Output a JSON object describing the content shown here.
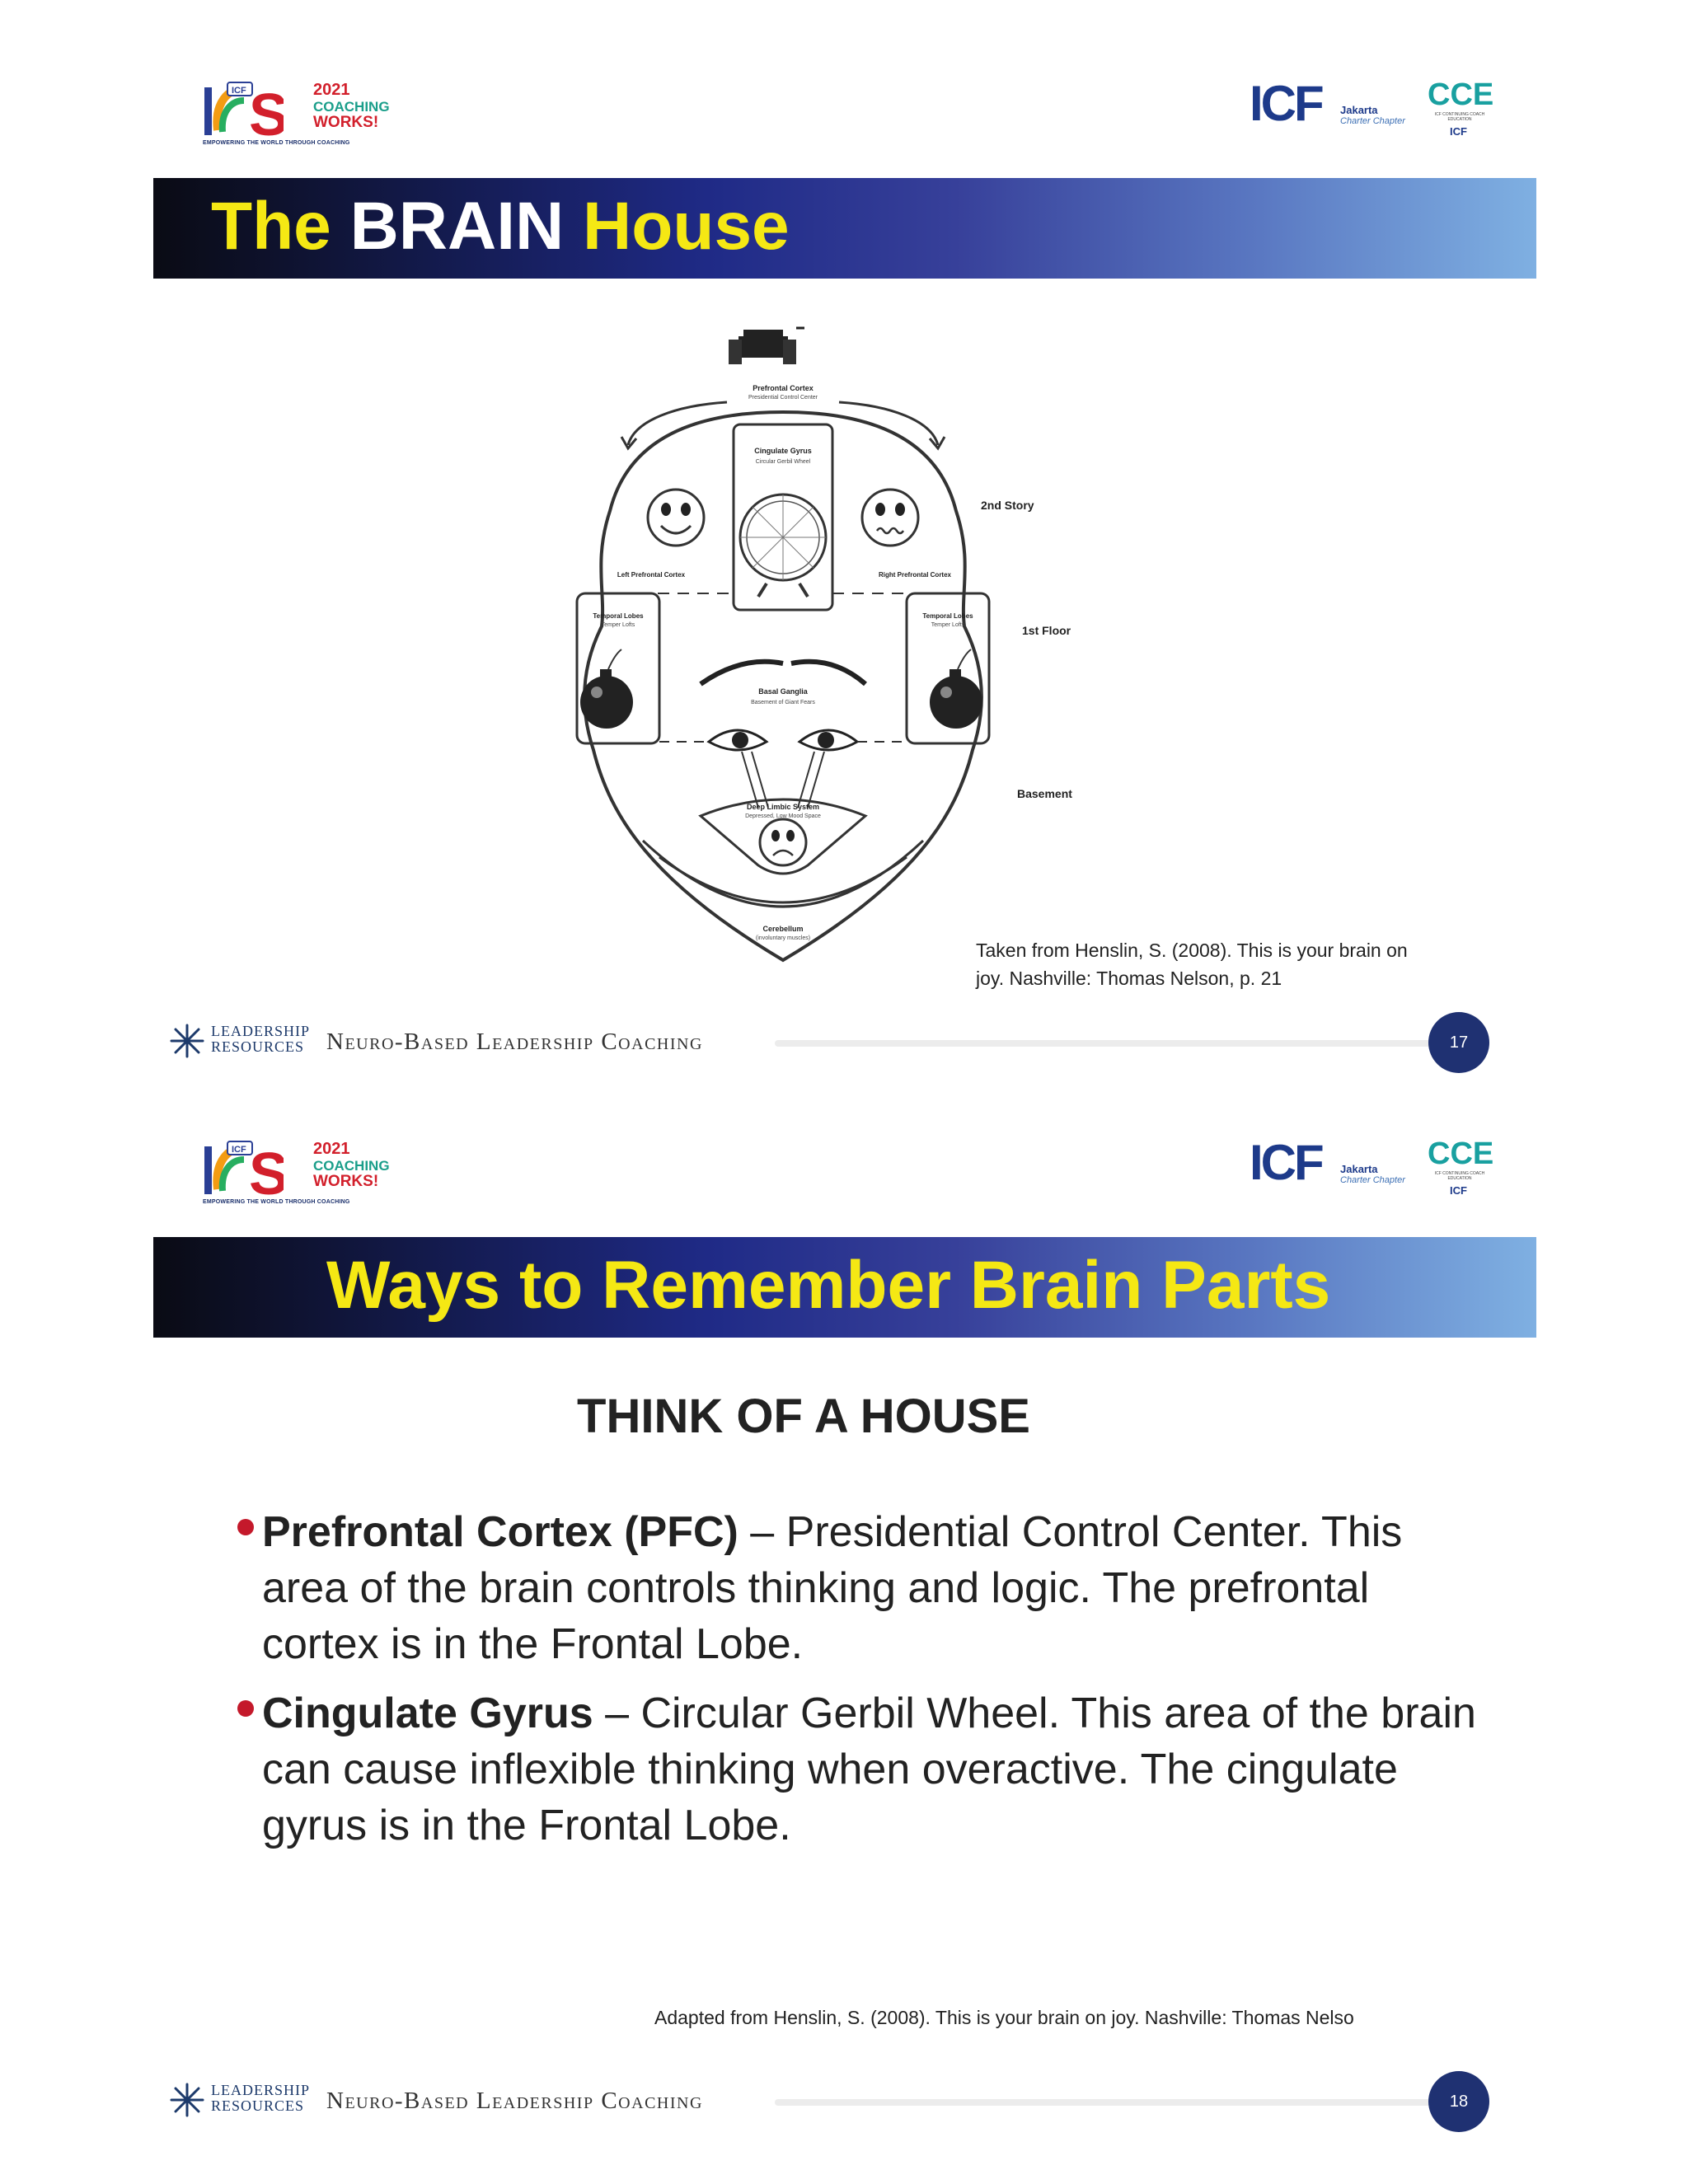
{
  "logos": {
    "ics": {
      "year": "2021",
      "line2": "COACHING",
      "line3": "WORKS!",
      "tagline": "EMPOWERING THE WORLD THROUGH COACHING",
      "badge": "ICF"
    },
    "icf_jakarta": {
      "mark": "ICF",
      "city": "Jakarta",
      "chapter": "Charter Chapter"
    },
    "cce": {
      "mark": "CCE",
      "sub": "ICF CONTINUING COACH EDUCATION",
      "badge": "ICF"
    }
  },
  "footer": {
    "brand_line1": "LEADERSHIP",
    "brand_line2": "RESOURCES",
    "title": "Neuro-Based Leadership Coaching"
  },
  "slide1": {
    "title_part1": "The",
    "title_part2": "BRAIN",
    "title_part3": "House",
    "diagram": {
      "top": "Prefrontal Cortex",
      "top_sub": "Presidential Control Center",
      "cingulate": "Cingulate Gyrus",
      "cingulate_sub": "Circular Gerbil Wheel",
      "left_pfc": "Left Prefrontal Cortex",
      "right_pfc": "Right Prefrontal Cortex",
      "temporal": "Temporal Lobes",
      "temporal_sub": "Temper Lofts",
      "basal": "Basal Ganglia",
      "basal_sub": "Basement of Giant Fears",
      "limbic": "Deep Limbic System",
      "limbic_sub": "Depressed, Low Mood Space",
      "cerebellum": "Cerebellum",
      "cerebellum_sub": "(involuntary muscles)",
      "story2": "2nd Story",
      "floor1": "1st Floor",
      "basement": "Basement"
    },
    "credit": "Taken from Henslin, S. (2008). This is your brain on joy. Nashville: Thomas Nelson, p. 21",
    "page": "17"
  },
  "slide2": {
    "title": "Ways to Remember Brain Parts",
    "subheading": "THINK OF A HOUSE",
    "bullets": [
      {
        "term": "Prefrontal Cortex (PFC)",
        "text": " – Presidential Control Center. This area of the brain controls thinking and logic. The prefrontal cortex is in the Frontal Lobe."
      },
      {
        "term": "Cingulate Gyrus",
        "text": " – Circular Gerbil Wheel. This area of the brain can cause inflexible thinking when overactive. The cingulate gyrus is in the Frontal Lobe."
      }
    ],
    "adapted": "Adapted from Henslin, S. (2008). This is your brain on joy. Nashville: Thomas Nelso",
    "page": "18"
  },
  "colors": {
    "title_yellow": "#f5e814",
    "navy": "#1f3172",
    "bullet_red": "#c4192b"
  }
}
